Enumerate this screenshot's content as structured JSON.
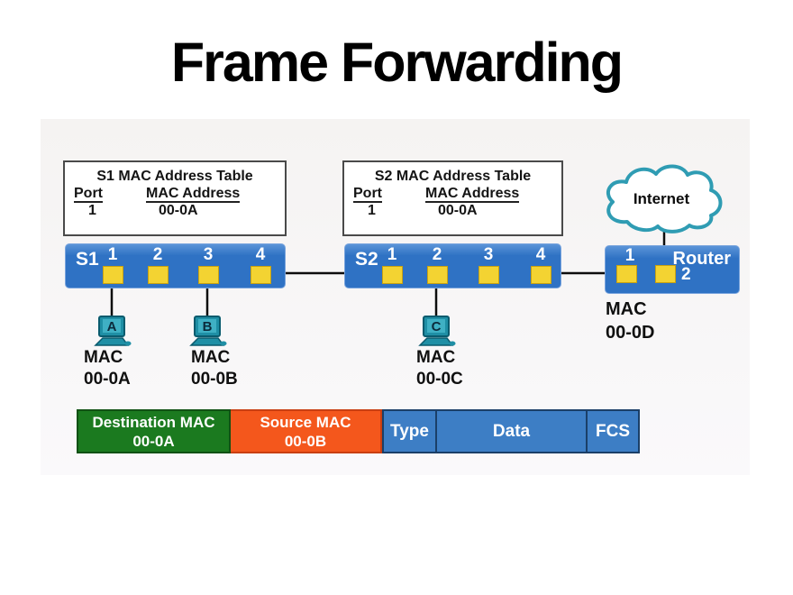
{
  "title": "Frame Forwarding",
  "tables": [
    {
      "title": "S1 MAC Address Table",
      "col_port": "Port",
      "col_mac": "MAC Address",
      "row_port": "1",
      "row_mac": "00-0A"
    },
    {
      "title": "S2 MAC Address Table",
      "col_port": "Port",
      "col_mac": "MAC Address",
      "row_port": "1",
      "row_mac": "00-0A"
    }
  ],
  "internet": {
    "label": "Internet"
  },
  "switches": [
    {
      "name": "S1",
      "ports": [
        "1",
        "2",
        "3",
        "4"
      ]
    },
    {
      "name": "S2",
      "ports": [
        "1",
        "2",
        "3",
        "4"
      ]
    }
  ],
  "router": {
    "name": "Router",
    "ports": [
      "1",
      "2"
    ],
    "mac": [
      "MAC",
      "00-0D"
    ]
  },
  "hosts": [
    {
      "letter": "A",
      "mac": [
        "MAC",
        "00-0A"
      ]
    },
    {
      "letter": "B",
      "mac": [
        "MAC",
        "00-0B"
      ]
    },
    {
      "letter": "C",
      "mac": [
        "MAC",
        "00-0C"
      ]
    }
  ],
  "frame": {
    "segments": [
      {
        "label": "Destination MAC",
        "value": "00-0A",
        "color": "#1b7a1f"
      },
      {
        "label": "Source MAC",
        "value": "00-0B",
        "color": "#f4571c"
      },
      {
        "label": "Type",
        "color": "#3d7ec5"
      },
      {
        "label": "Data",
        "color": "#3d7ec5"
      },
      {
        "label": "FCS",
        "color": "#3d7ec5"
      }
    ]
  },
  "colors": {
    "switch_blue": "#2f72c4",
    "port_yellow": "#f3d332",
    "cloud_stroke": "#2f9cb3",
    "host_teal": "#1f8fa5",
    "wire_black": "#0d0d0d"
  }
}
